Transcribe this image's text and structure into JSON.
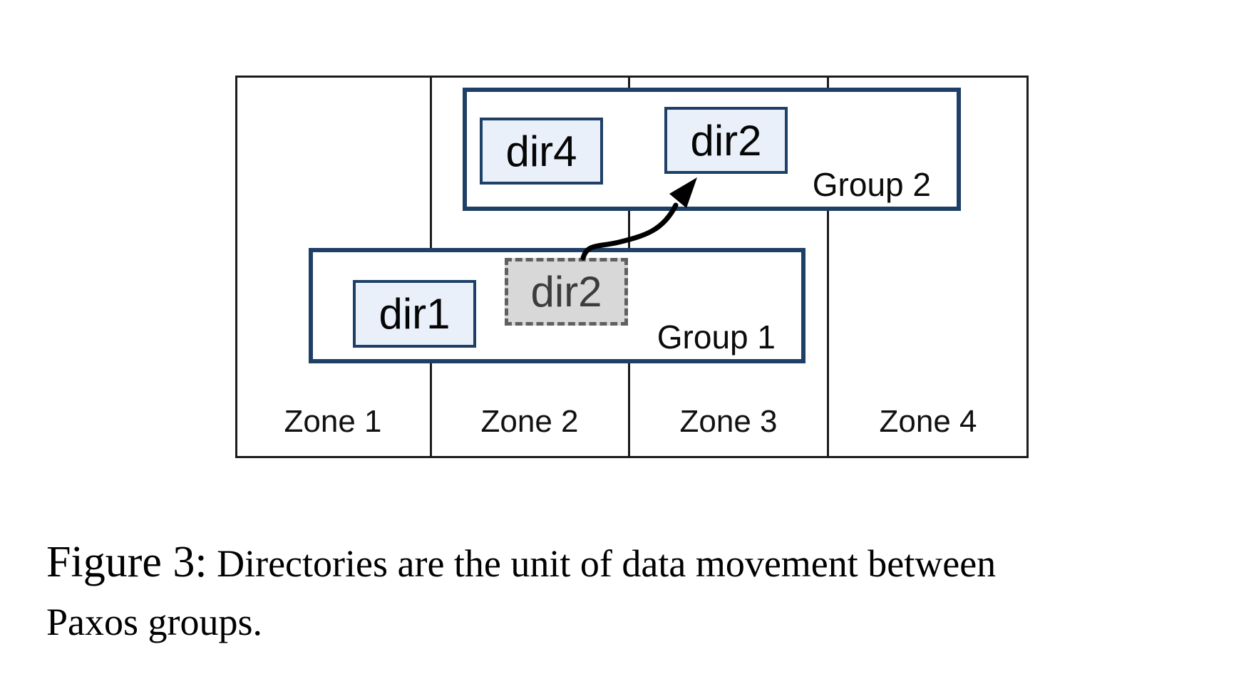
{
  "diagram": {
    "zones": [
      {
        "label": "Zone 1"
      },
      {
        "label": "Zone 2"
      },
      {
        "label": "Zone 3"
      },
      {
        "label": "Zone 4"
      }
    ],
    "groups": [
      {
        "label": "Group 1",
        "dirs": [
          {
            "label": "dir1",
            "state": "normal"
          },
          {
            "label": "dir2",
            "state": "moving-out"
          }
        ]
      },
      {
        "label": "Group 2",
        "dirs": [
          {
            "label": "dir4",
            "state": "normal"
          },
          {
            "label": "dir2",
            "state": "moved-in"
          }
        ]
      }
    ],
    "colors": {
      "group_border": "#1e3f66",
      "dir_fill": "#e9f0fa",
      "moving_dir_fill": "#d8d8d8",
      "moving_dir_border": "#606060",
      "zone_line": "#1c1c1c",
      "arrow": "#000000"
    }
  },
  "caption": {
    "label": "Figure 3:",
    "line1": "Directories are the unit of data movement between",
    "line2": "Paxos groups."
  }
}
